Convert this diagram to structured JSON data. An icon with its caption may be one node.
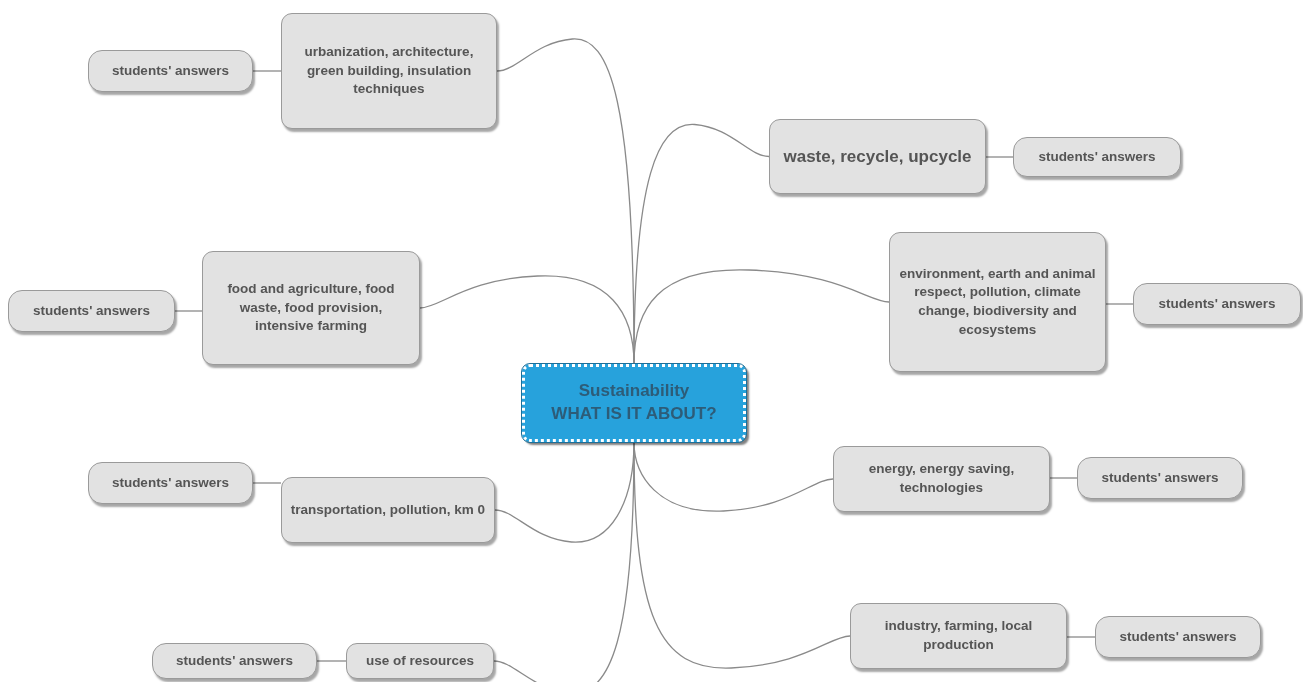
{
  "diagram": {
    "nodes": [
      {
        "text": [
          "Sustainability",
          "WHAT IS IT ABOUT?"
        ]
      },
      {
        "text": [
          "urbanization, architecture, green building, insulation techniques"
        ]
      },
      {
        "text": [
          "students' answers"
        ]
      },
      {
        "text": [
          "waste, recycle, upcycle"
        ]
      },
      {
        "text": [
          "students' answers"
        ]
      },
      {
        "text": [
          "food and agriculture, food waste, food provision, intensive farming"
        ]
      },
      {
        "text": [
          "students' answers"
        ]
      },
      {
        "text": [
          "environment, earth and animal respect, pollution, climate change, biodiversity and ecosystems"
        ]
      },
      {
        "text": [
          "students' answers"
        ]
      },
      {
        "text": [
          "transportation, pollution, km 0"
        ]
      },
      {
        "text": [
          "students' answers"
        ]
      },
      {
        "text": [
          "energy, energy saving, technologies"
        ]
      },
      {
        "text": [
          "students' answers"
        ]
      },
      {
        "text": [
          "use of resources"
        ]
      },
      {
        "text": [
          "students' answers"
        ]
      },
      {
        "text": [
          "industry, farming, local production"
        ]
      },
      {
        "text": [
          "students' answers"
        ]
      }
    ],
    "edges": [
      {
        "from": 0,
        "to": 1,
        "arrow": "none"
      },
      {
        "from": 1,
        "to": 2,
        "arrow": "none"
      },
      {
        "from": 0,
        "to": 3,
        "arrow": "none"
      },
      {
        "from": 3,
        "to": 4,
        "arrow": "none"
      },
      {
        "from": 0,
        "to": 5,
        "arrow": "none"
      },
      {
        "from": 5,
        "to": 6,
        "arrow": "none"
      },
      {
        "from": 0,
        "to": 7,
        "arrow": "none"
      },
      {
        "from": 7,
        "to": 8,
        "arrow": "none"
      },
      {
        "from": 0,
        "to": 9,
        "arrow": "none"
      },
      {
        "from": 9,
        "to": 10,
        "arrow": "none"
      },
      {
        "from": 0,
        "to": 11,
        "arrow": "none"
      },
      {
        "from": 11,
        "to": 12,
        "arrow": "none"
      },
      {
        "from": 0,
        "to": 13,
        "arrow": "none"
      },
      {
        "from": 13,
        "to": 14,
        "arrow": "none"
      },
      {
        "from": 0,
        "to": 15,
        "arrow": "none"
      },
      {
        "from": 15,
        "to": 16,
        "arrow": "none"
      }
    ]
  }
}
